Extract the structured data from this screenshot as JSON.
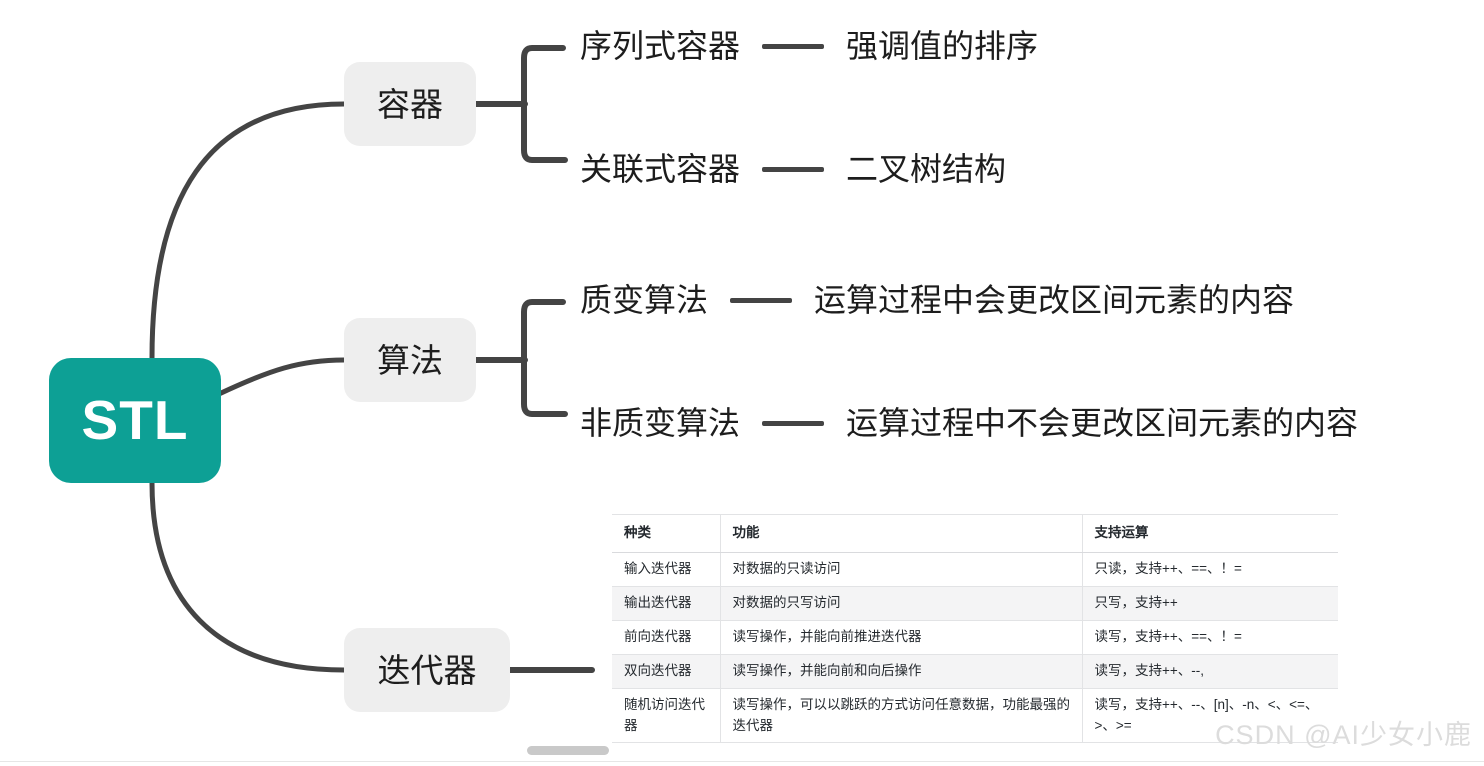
{
  "diagram": {
    "type": "mind-map",
    "root": {
      "label": "STL",
      "color": "#0da095",
      "text_color": "#ffffff"
    },
    "branch_node_color": "#eeeeee",
    "connector_color": "#444444",
    "branches": [
      {
        "label": "容器",
        "children": [
          {
            "title": "序列式容器",
            "desc": "强调值的排序"
          },
          {
            "title": "关联式容器",
            "desc": "二叉树结构"
          }
        ]
      },
      {
        "label": "算法",
        "children": [
          {
            "title": "质变算法",
            "desc": "运算过程中会更改区间元素的内容"
          },
          {
            "title": "非质变算法",
            "desc": "运算过程中不会更改区间元素的内容"
          }
        ]
      },
      {
        "label": "迭代器",
        "children": []
      }
    ]
  },
  "iterator_table": {
    "headers": [
      "种类",
      "功能",
      "支持运算"
    ],
    "rows": [
      {
        "kind": "输入迭代器",
        "function": "对数据的只读访问",
        "operations": "只读，支持++、==、！="
      },
      {
        "kind": "输出迭代器",
        "function": "对数据的只写访问",
        "operations": "只写，支持++"
      },
      {
        "kind": "前向迭代器",
        "function": "读写操作，并能向前推进迭代器",
        "operations": "读写，支持++、==、！="
      },
      {
        "kind": "双向迭代器",
        "function": "读写操作，并能向前和向后操作",
        "operations": "读写，支持++、--,"
      },
      {
        "kind": "随机访问迭代器",
        "function": "读写操作，可以以跳跃的方式访问任意数据，功能最强的迭代器",
        "operations": "读写，支持++、--、[n]、-n、<、<=、>、>="
      }
    ]
  },
  "watermark": {
    "text": "CSDN @AI少女小鹿"
  }
}
